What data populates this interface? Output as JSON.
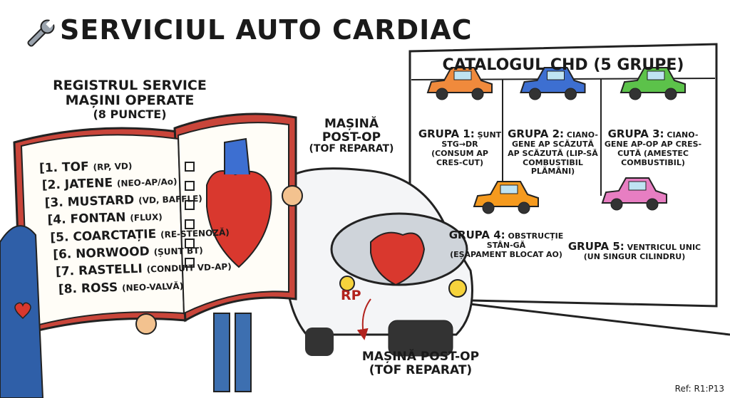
{
  "title": "SERVICIUL AUTO CARDIAC",
  "register": {
    "line1": "REGISTRUL SERVICE",
    "line2": "MAȘINI OPERATE",
    "line3": "(8 PUNCTE)"
  },
  "book_items": [
    {
      "name": "1. TOF",
      "note": "(RP, VD)"
    },
    {
      "name": "2. JATENE",
      "note": "(NEO-AP/Ao)"
    },
    {
      "name": "3. MUSTARD",
      "note": "(VD, BAFFLE)"
    },
    {
      "name": "4. FONTAN",
      "note": "(FLUX)"
    },
    {
      "name": "5. COARCTAȚIE",
      "note": "(RE-STENOZĂ)"
    },
    {
      "name": "6. NORWOOD",
      "note": "(ȘUNT BT)"
    },
    {
      "name": "7. RASTELLI",
      "note": "(CONDUIT VD-AP)"
    },
    {
      "name": "8. ROSS",
      "note": "(NEO-VALVĂ)"
    }
  ],
  "car_label": {
    "line1": "MAȘINĂ",
    "line2": "POST-OP",
    "line3": "(TOF REPARAT)"
  },
  "rp_label": "RP",
  "bottom_label": {
    "line1": "MAȘINĂ POST-OP",
    "line2": "(TOF REPARAT)"
  },
  "catalog": {
    "title": "CATALOGUL CHD (5 GRUPE)",
    "groups": [
      {
        "name": "GRUPA 1:",
        "desc": "ȘUNT STG→DR",
        "note": "(CONSUM AP CRES-CUT)",
        "color": "#f08a3c"
      },
      {
        "name": "GRUPA 2:",
        "desc": "CIANO-GENE AP SCĂZUTĂ AP SCĂZUTĂ (LIP-SĂ COMBUSTIBIL PLĂMÂNI)",
        "note": "",
        "color": "#3d6fd1"
      },
      {
        "name": "GRUPA 3:",
        "desc": "CIANO-GENE AP-OP AP CRES-CUTĂ (AMESTEC COMBUSTIBIL)",
        "note": "",
        "color": "#5cc24a"
      },
      {
        "name": "GRUPA 4:",
        "desc": "OBSTRUCȚIE STÂN-GĂ",
        "note": "(EȘAPAMENT BLOCAT AO)",
        "color": "#f59a1e"
      },
      {
        "name": "GRUPA 5:",
        "desc": "VENTRICUL UNIC",
        "note": "(UN SINGUR CILINDRU)",
        "color": "#e77ec2"
      }
    ]
  },
  "ref": "Ref: R1:P13"
}
